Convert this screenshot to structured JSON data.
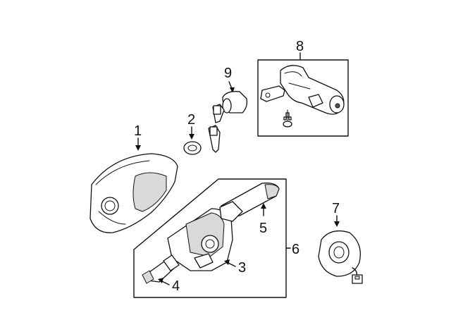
{
  "diagram": {
    "callouts": [
      {
        "id": "c1",
        "label": "1",
        "part": "steering-column-cover"
      },
      {
        "id": "c2",
        "label": "2",
        "part": "ring"
      },
      {
        "id": "c3",
        "label": "3",
        "part": "combination-switch"
      },
      {
        "id": "c4",
        "label": "4",
        "part": "wiper-switch"
      },
      {
        "id": "c5",
        "label": "5",
        "part": "turn-signal-switch"
      },
      {
        "id": "c6",
        "label": "6",
        "part": "switch-assembly"
      },
      {
        "id": "c7",
        "label": "7",
        "part": "clock-spring"
      },
      {
        "id": "c8",
        "label": "8",
        "part": "ignition-lock-housing"
      },
      {
        "id": "c9",
        "label": "9",
        "part": "lock-cylinder-and-keys"
      }
    ],
    "colors": {
      "line": "#111111",
      "background": "#ffffff",
      "shade": "#d9d9d9"
    }
  }
}
